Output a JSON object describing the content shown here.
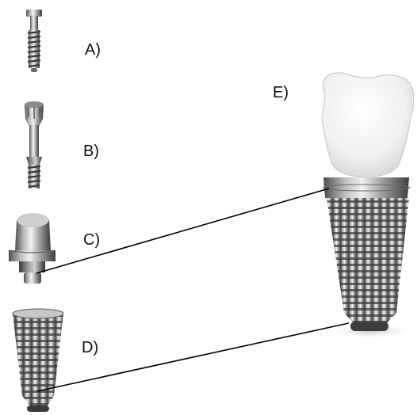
{
  "labels": {
    "a": "A)",
    "b": "B)",
    "c": "C)",
    "d": "D)",
    "e": "E)"
  },
  "colors": {
    "metal_dark": "#5a5a5a",
    "metal_light": "#e6e6e6",
    "crown": "#f4f4f4",
    "leader_line": "#000000"
  },
  "parts": [
    {
      "key": "a",
      "icon": "abutment-screw-icon"
    },
    {
      "key": "b",
      "icon": "abutment-post-icon"
    },
    {
      "key": "c",
      "icon": "abutment-cap-icon"
    },
    {
      "key": "d",
      "icon": "implant-fixture-icon"
    },
    {
      "key": "e",
      "icon": "assembled-implant-crown-icon"
    }
  ]
}
